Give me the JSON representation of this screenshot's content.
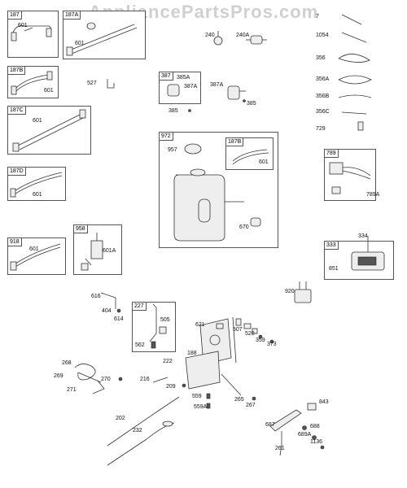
{
  "watermark": "AppliancePartsPros.com",
  "boxes": [
    {
      "id": "187",
      "parts": [
        "601"
      ]
    },
    {
      "id": "187A",
      "parts": [
        "601"
      ]
    },
    {
      "id": "187B",
      "parts": [
        "601"
      ]
    },
    {
      "id": "187C",
      "parts": [
        "601"
      ]
    },
    {
      "id": "187D",
      "parts": [
        "601"
      ]
    },
    {
      "id": "918",
      "parts": [
        "601"
      ]
    },
    {
      "id": "958",
      "parts": [
        "601A"
      ]
    },
    {
      "id": "387",
      "parts": [
        "385A",
        "387A"
      ]
    },
    {
      "id": "972",
      "parts": [
        "957"
      ]
    },
    {
      "id": "187B",
      "parts": [
        "601"
      ]
    },
    {
      "id": "789",
      "parts": [
        "789A"
      ]
    },
    {
      "id": "333",
      "parts": [
        "851"
      ]
    },
    {
      "id": "227",
      "parts": [
        "505",
        "562"
      ]
    }
  ],
  "labels": {
    "l240": "240",
    "l240A": "240A",
    "l1054": "1054",
    "l356": "356",
    "l356A": "356A",
    "l356B": "356B",
    "l356C": "356C",
    "l729": "729",
    "l527": "527",
    "l385": "385",
    "l387A2": "387A",
    "l385b": "385",
    "l670": "670",
    "l334": "334",
    "l920": "920",
    "l616": "616",
    "l404": "404",
    "l614": "614",
    "l621": "621",
    "l507": "507",
    "l520": "520",
    "l359": "359",
    "l373": "373",
    "l188": "188",
    "l222": "222",
    "l268": "268",
    "l269": "269",
    "l270": "270",
    "l271": "271",
    "l216": "216",
    "l209": "209",
    "l559": "559",
    "l559A": "559A",
    "l265": "265",
    "l267": "267",
    "l843": "843",
    "l687": "687",
    "l688": "688",
    "l689A": "689A",
    "l1136": "1136",
    "l202": "202",
    "l232": "232",
    "l261": "261",
    "l7x": "7"
  }
}
